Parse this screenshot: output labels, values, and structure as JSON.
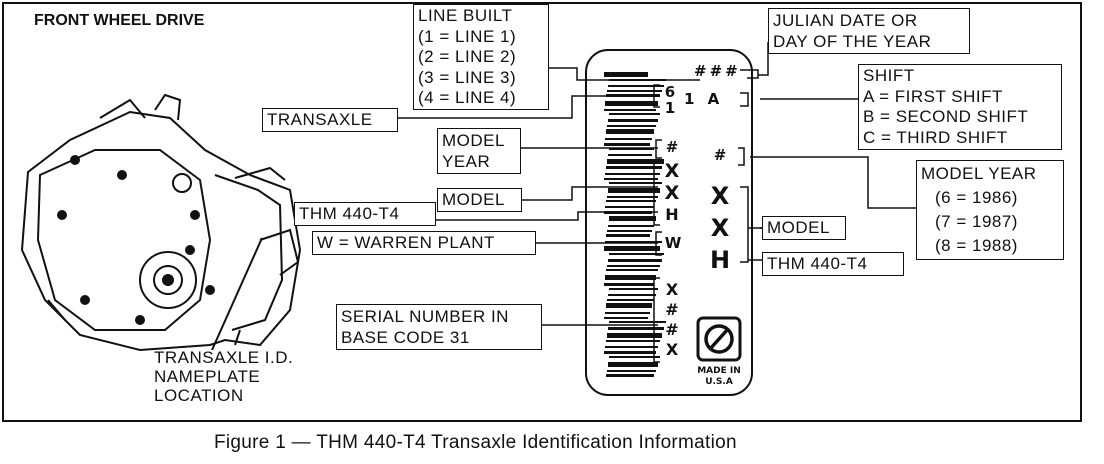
{
  "heading": "FRONT WHEEL DRIVE",
  "caption": "Figure 1 — THM 440-T4 Transaxle Identification Information",
  "transaxle_location": [
    "TRANSAXLE I.D.",
    "NAMEPLATE",
    "LOCATION"
  ],
  "callouts": {
    "line_built": [
      "LINE BUILT",
      "(1 = LINE 1)",
      "(2 = LINE 2)",
      "(3 = LINE 3)",
      "(4 = LINE 4)"
    ],
    "julian_date": [
      "JULIAN DATE OR",
      "DAY OF THE YEAR"
    ],
    "shift": [
      "SHIFT",
      "A = FIRST SHIFT",
      "B = SECOND SHIFT",
      "C = THIRD SHIFT"
    ],
    "transaxle": "TRANSAXLE",
    "model_year_left": [
      "MODEL",
      "YEAR"
    ],
    "model_left": "MODEL",
    "thm_left": "THM 440-T4",
    "warren": "W = WARREN PLANT",
    "serial": [
      "SERIAL NUMBER IN",
      "BASE CODE 31"
    ],
    "model_year_right": [
      "MODEL YEAR",
      "(6 = 1986)",
      "(7 = 1987)",
      "(8 = 1988)"
    ],
    "model_right": "MODEL",
    "thm_right": "THM 440-T4"
  },
  "plate": {
    "julian": "###",
    "line_shift": "1 A",
    "transaxle_code": [
      "6",
      "1"
    ],
    "year_hash": "#",
    "model_codes": [
      "X",
      "X",
      "H"
    ],
    "plant": "W",
    "serial": [
      "X",
      "#",
      "#",
      "X"
    ],
    "right_year": "#",
    "right_codes": [
      "X",
      "X",
      "H"
    ],
    "made_in": [
      "MADE IN",
      "U.S.A"
    ]
  }
}
